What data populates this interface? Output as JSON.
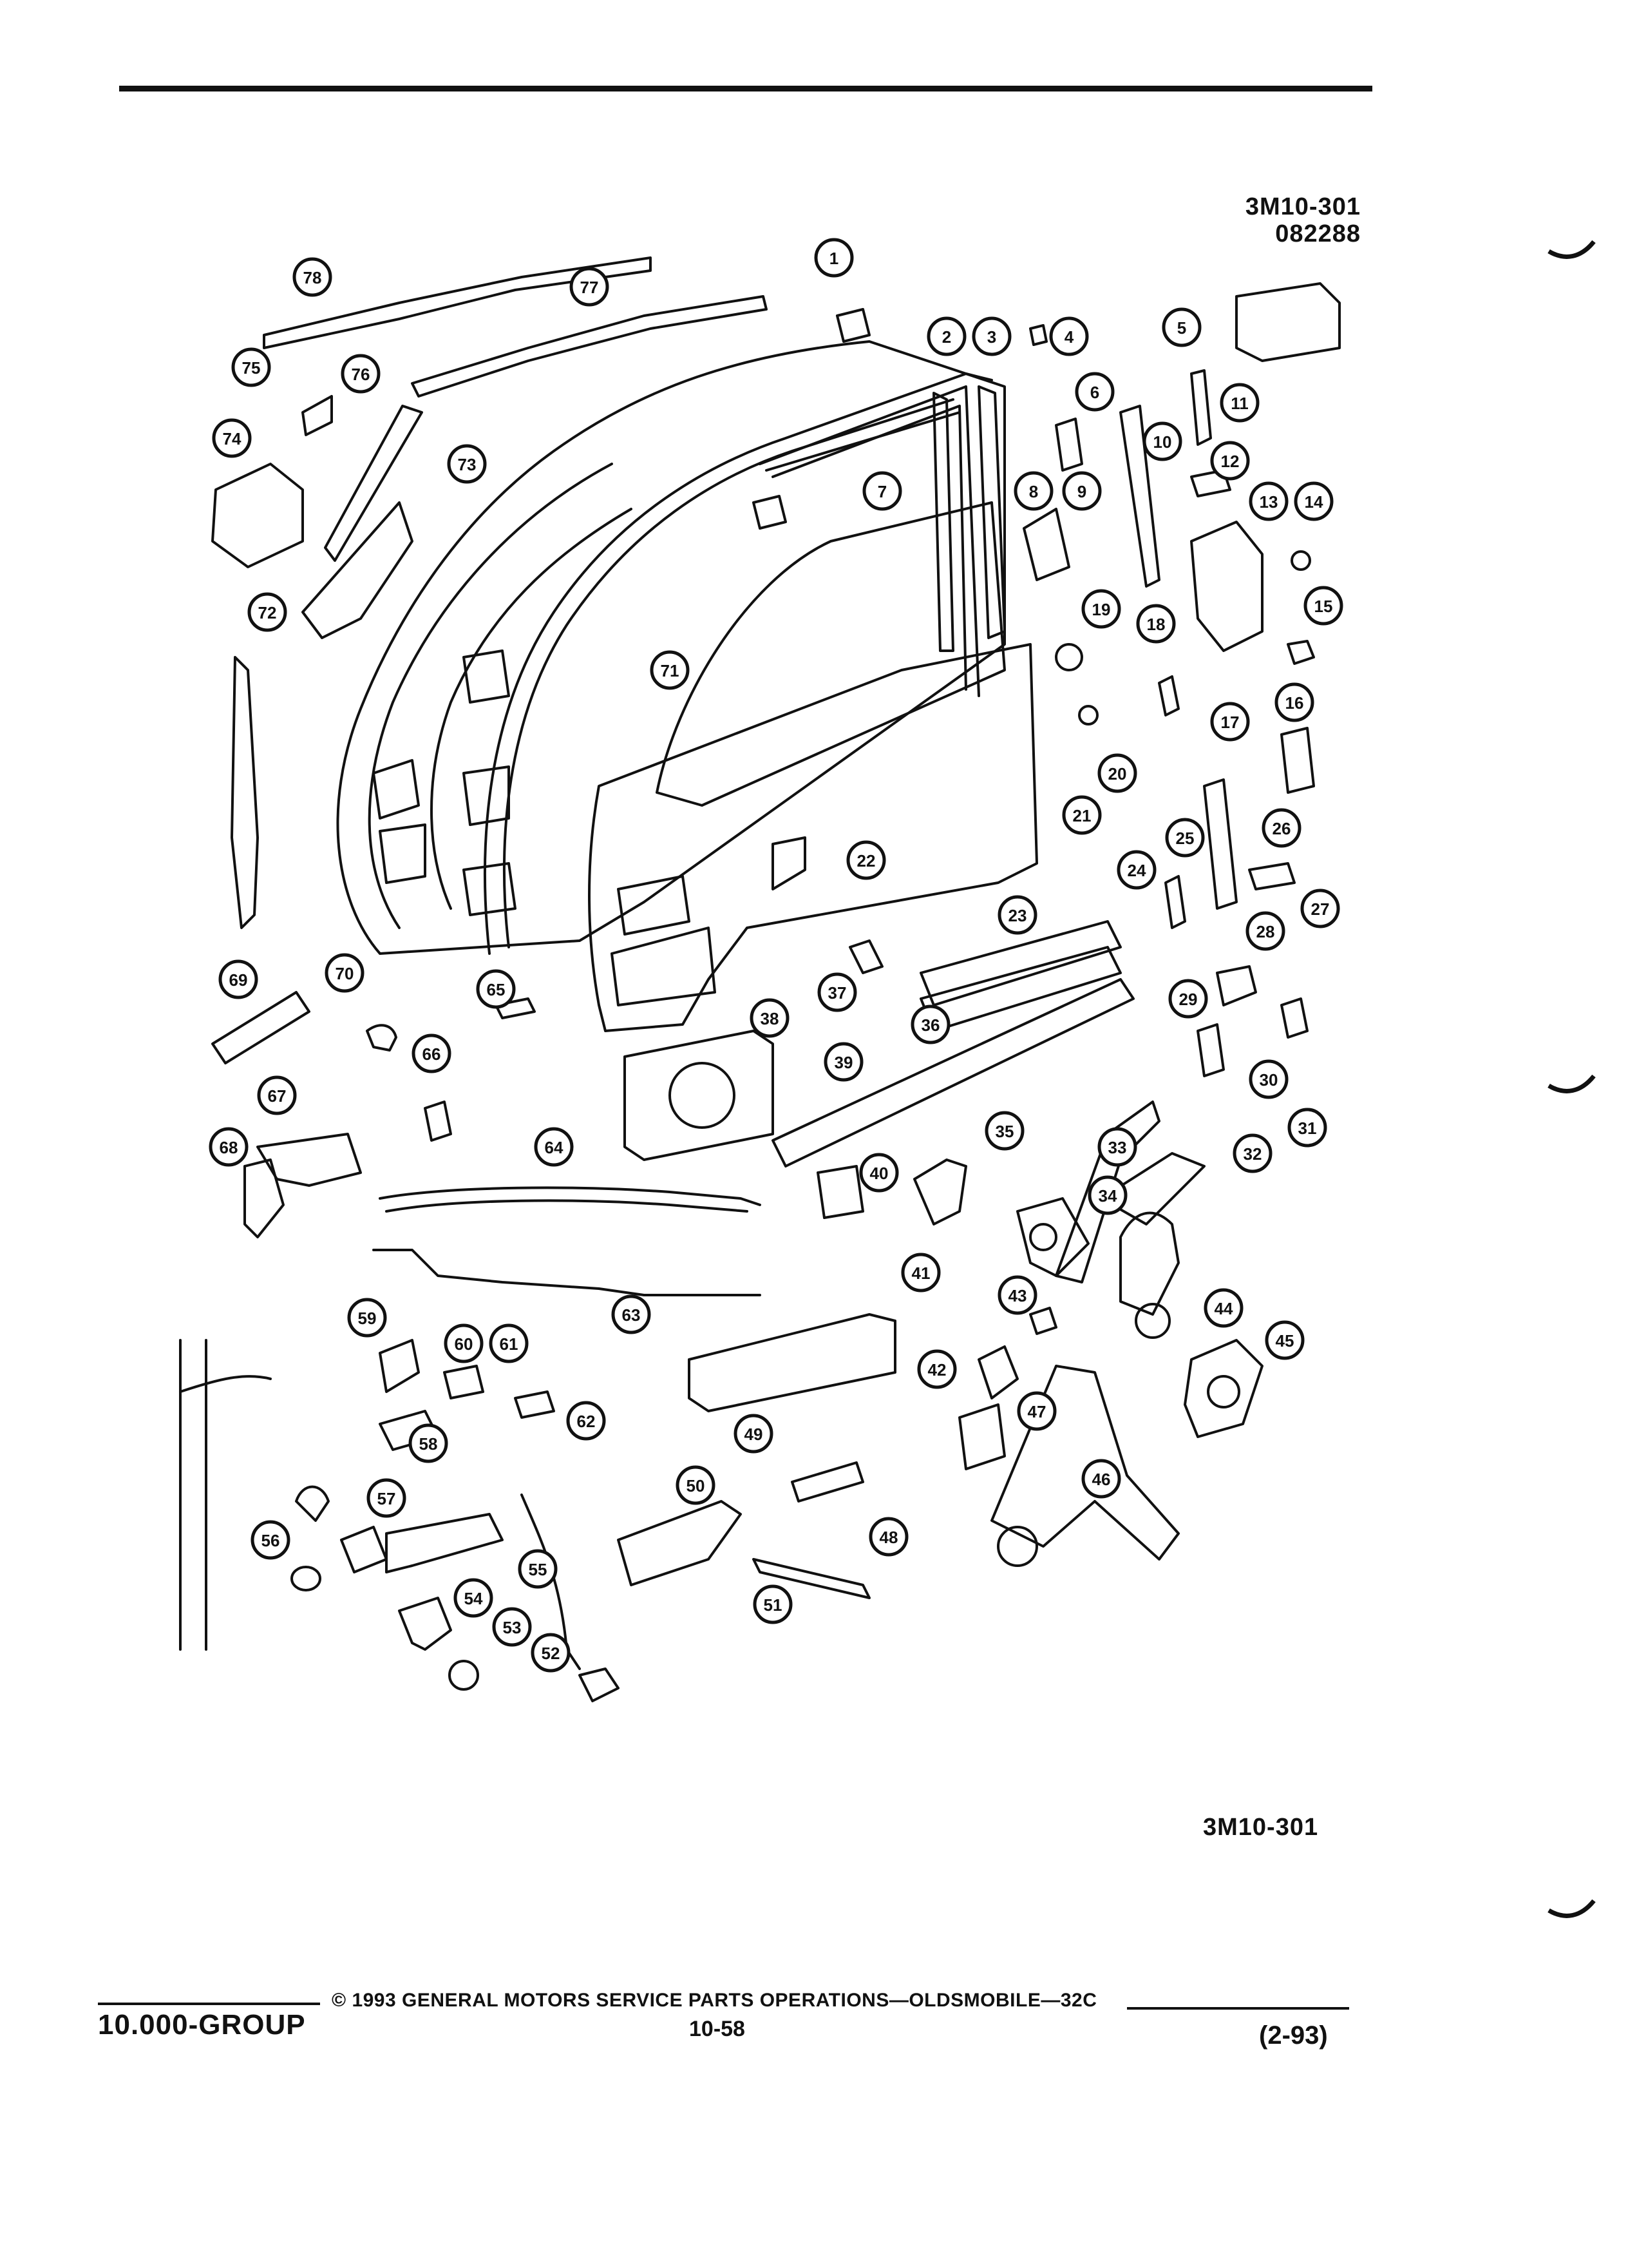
{
  "header": {
    "code": "3M10-301",
    "date_code": "082288"
  },
  "diagram": {
    "callouts": [
      "1",
      "2",
      "3",
      "4",
      "5",
      "6",
      "7",
      "8",
      "9",
      "10",
      "11",
      "12",
      "13",
      "14",
      "15",
      "16",
      "17",
      "18",
      "19",
      "20",
      "21",
      "22",
      "23",
      "24",
      "25",
      "26",
      "27",
      "28",
      "29",
      "30",
      "31",
      "32",
      "33",
      "34",
      "35",
      "36",
      "37",
      "38",
      "39",
      "40",
      "41",
      "42",
      "43",
      "44",
      "45",
      "46",
      "47",
      "48",
      "49",
      "50",
      "51",
      "52",
      "53",
      "54",
      "55",
      "56",
      "57",
      "58",
      "59",
      "60",
      "61",
      "62",
      "63",
      "64",
      "65",
      "66",
      "67",
      "68",
      "69",
      "70",
      "71",
      "72",
      "73",
      "74",
      "75",
      "76",
      "77",
      "78"
    ],
    "line_color": "#111111"
  },
  "bottom_code": "3M10-301",
  "footer": {
    "group": "10.000-GROUP",
    "copyright": "© 1993 GENERAL MOTORS SERVICE PARTS OPERATIONS—OLDSMOBILE—32C",
    "page": "10-58",
    "revision": "(2-93)"
  }
}
